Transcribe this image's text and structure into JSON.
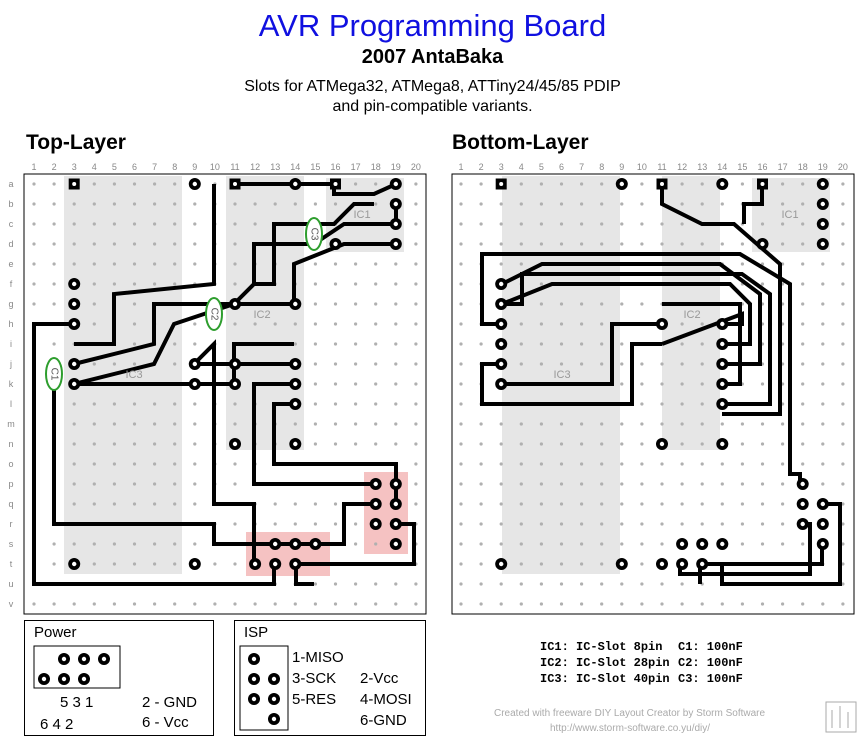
{
  "header": {
    "title": "AVR Programming Board",
    "subtitle": "2007 AntaBaka",
    "desc_line1": "Slots for ATMega32, ATMega8, ATTiny24/45/85 PDIP",
    "desc_line2": "and pin-compatible variants."
  },
  "layers": {
    "top": "Top-Layer",
    "bottom": "Bottom-Layer"
  },
  "grid": {
    "columns": [
      "1",
      "2",
      "3",
      "4",
      "5",
      "6",
      "7",
      "8",
      "9",
      "10",
      "11",
      "12",
      "13",
      "14",
      "15",
      "16",
      "17",
      "18",
      "19",
      "20"
    ],
    "rows": [
      "a",
      "b",
      "c",
      "d",
      "e",
      "f",
      "g",
      "h",
      "i",
      "j",
      "k",
      "l",
      "m",
      "n",
      "o",
      "p",
      "q",
      "r",
      "s",
      "t",
      "u",
      "v"
    ]
  },
  "chips": {
    "ic1": "IC1",
    "ic2": "IC2",
    "ic3": "IC3",
    "c1": "C1",
    "c2": "C2",
    "c3": "C3"
  },
  "power_box": {
    "title": "Power",
    "top_pins": "5  3  1",
    "bottom_pins": "6  4  2",
    "gnd": "2 - GND",
    "vcc": "6 - Vcc"
  },
  "isp_box": {
    "title": "ISP",
    "miso": "1-MISO",
    "sck": "3-SCK",
    "res": "5-RES",
    "vcc": "2-Vcc",
    "mosi": "4-MOSI",
    "gnd": "6-GND"
  },
  "legend": {
    "ic1": "IC1: IC-Slot 8pin",
    "ic2": "IC2: IC-Slot 28pin",
    "ic3": "IC3: IC-Slot 40pin",
    "c1": "C1: 100nF",
    "c2": "C2: 100nF",
    "c3": "C3: 100nF"
  },
  "credits": {
    "line1": "Created with freeware DIY Layout Creator by Storm Software",
    "line2": "http://www.storm-software.co.yu/diy/",
    "logo": "DIY"
  },
  "colors": {
    "title": "#1010e0",
    "trace": "#000000",
    "chip_fill": "#e6e6e6",
    "header_fill": "#f5c2c2",
    "capacitor": "#2e9e2e",
    "hole": "#b0b0b0"
  }
}
